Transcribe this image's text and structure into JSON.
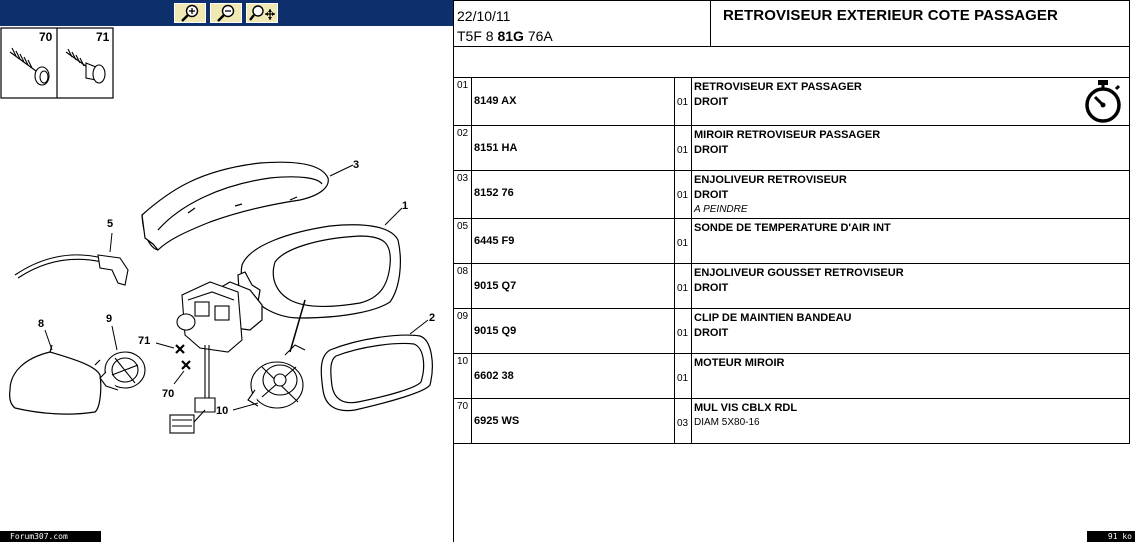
{
  "toolbar": {
    "zoom_in_icon": "zoom-in-icon",
    "zoom_out_icon": "zoom-out-icon",
    "zoom_pan_icon": "zoom-pan-icon"
  },
  "diagram": {
    "screw_labels": [
      "70",
      "71"
    ],
    "callouts": [
      "1",
      "2",
      "3",
      "5",
      "8",
      "9",
      "10",
      "70",
      "71"
    ]
  },
  "header": {
    "date": "22/10/11",
    "code_prefix": "T5F 8 ",
    "code_bold": "81G",
    "code_suffix": " 76A",
    "title": "RETROVISEUR EXTERIEUR COTE PASSAGER"
  },
  "parts": [
    {
      "num": "01",
      "ref": "8149 AX",
      "qty": "01",
      "desc1": "RETROVISEUR EXT PASSAGER",
      "desc2": "DROIT",
      "desc3": ""
    },
    {
      "num": "02",
      "ref": "8151 HA",
      "qty": "01",
      "desc1": "MIROIR RETROVISEUR PASSAGER",
      "desc2": "DROIT",
      "desc3": ""
    },
    {
      "num": "03",
      "ref": "8152 76",
      "qty": "01",
      "desc1": "ENJOLIVEUR RETROVISEUR",
      "desc2": "DROIT",
      "desc3": "A PEINDRE"
    },
    {
      "num": "05",
      "ref": "6445 F9",
      "qty": "01",
      "desc1": "SONDE DE TEMPERATURE D'AIR INT",
      "desc2": "",
      "desc3": ""
    },
    {
      "num": "08",
      "ref": "9015 Q7",
      "qty": "01",
      "desc1": "ENJOLIVEUR GOUSSET RETROVISEUR",
      "desc2": "DROIT",
      "desc3": ""
    },
    {
      "num": "09",
      "ref": "9015 Q9",
      "qty": "01",
      "desc1": "CLIP DE MAINTIEN BANDEAU",
      "desc2": "DROIT",
      "desc3": ""
    },
    {
      "num": "10",
      "ref": "6602 38",
      "qty": "01",
      "desc1": "MOTEUR MIROIR",
      "desc2": "",
      "desc3": ""
    },
    {
      "num": "70",
      "ref": "6925 WS",
      "qty": "03",
      "desc1": "MUL VIS CBLX RDL",
      "desc2": "",
      "desc3": "DIAM 5X80-16"
    }
  ],
  "footer": {
    "forum": "Forum307.com",
    "size": "91 ko"
  },
  "icons": {
    "labour_time": "stopwatch-icon"
  }
}
